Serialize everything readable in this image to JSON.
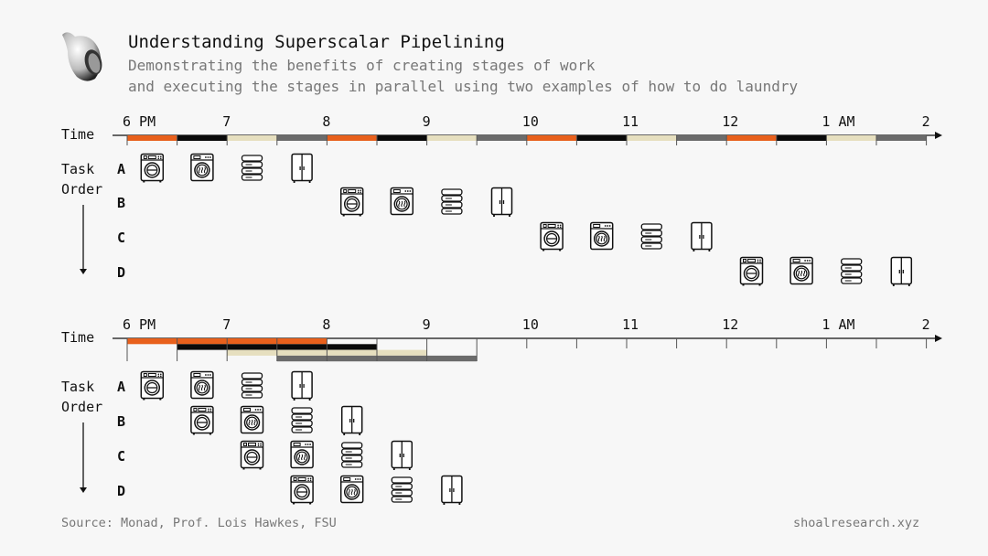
{
  "header": {
    "title": "Understanding Superscalar Pipelining",
    "subtitle_line1": "Demonstrating the benefits of creating stages of work",
    "subtitle_line2": "and executing the stages in parallel using two examples of how to do laundry"
  },
  "footer": {
    "source": "Source: Monad,  Prof. Lois Hawkes, FSU",
    "site": "shoalresearch.xyz"
  },
  "labels": {
    "time": "Time",
    "task": "Task",
    "order": "Order"
  },
  "time_ticks": [
    "6 PM",
    "7",
    "8",
    "9",
    "10",
    "11",
    "12",
    "1 AM",
    "2"
  ],
  "stages": [
    {
      "name": "wash",
      "icon": "washer-icon",
      "color": "#e8601c"
    },
    {
      "name": "dry",
      "icon": "dryer-icon",
      "color": "#0a0a0a"
    },
    {
      "name": "fold",
      "icon": "folded-clothes-icon",
      "color": "#e6dfbf"
    },
    {
      "name": "store",
      "icon": "wardrobe-icon",
      "color": "#6b6b6b"
    }
  ],
  "tasks": [
    "A",
    "B",
    "C",
    "D"
  ],
  "panels": [
    {
      "name": "sequential",
      "task_start_slots": [
        0,
        4,
        8,
        12
      ]
    },
    {
      "name": "pipelined",
      "task_start_slots": [
        0,
        1,
        2,
        3
      ]
    }
  ]
}
